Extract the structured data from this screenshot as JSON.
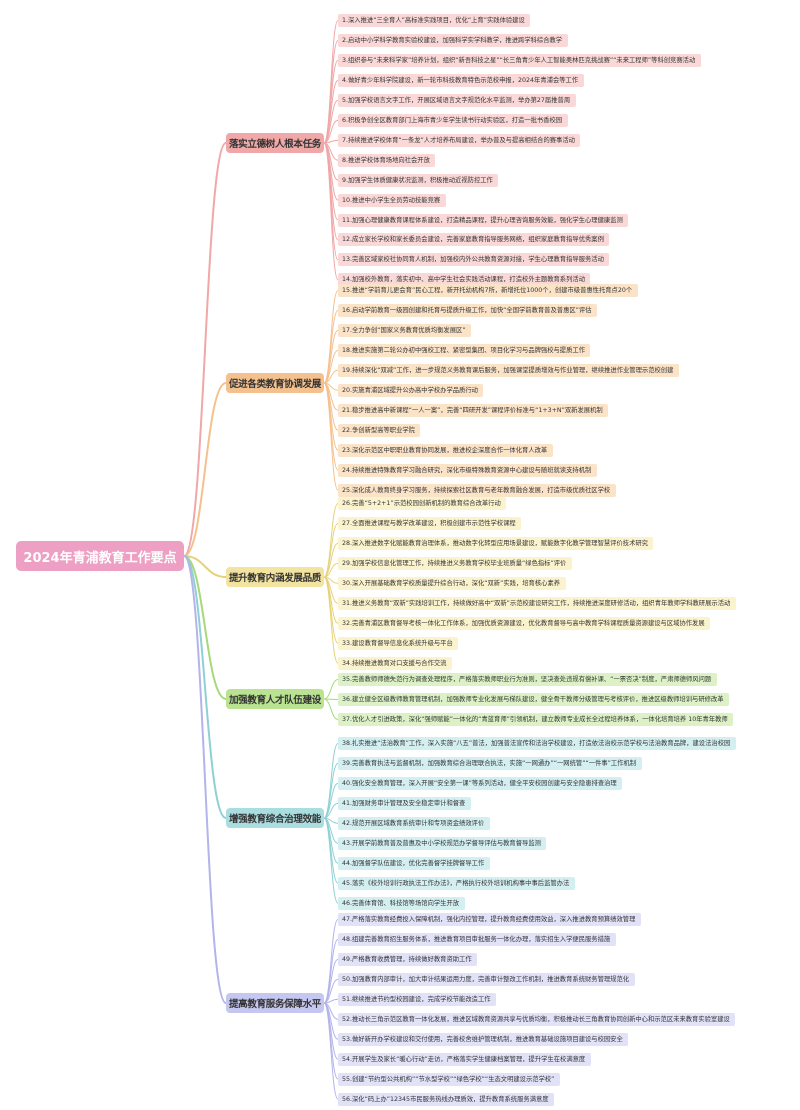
{
  "root": "2024年青浦教育工作要点",
  "branches": [
    {
      "label": "落实立德树人根本任务",
      "color": "#f0a7a7",
      "leafColor": "#fbd8d8",
      "lineColor": "#f0a7a7",
      "items": [
        "1.深入推进“三全育人”高标准实践项目，优化“上育”实践体验建设",
        "2.启动中小学科学教育实验校建设，加强科学实学科教学，推进跨学科综合教学",
        "3.组织参与“未来科学家”培养计划，组织“新吾科技之星”“长三角青少年人工智能奥林匹克挑战赛”“未来工程师”等科创竞赛活动",
        "4.做好青少年科学院建设，新一轮市科技教育特色示范校申报，2024年青浦会等工作",
        "5.加强学校语言文字工作，开展区域语言文字规范化水平监测，举办第27届推普周",
        "6.积极争创全区教育部门上海市青少年学生读书行动实验区，打造一批书香校园",
        "7.持续推进学校体育“一条龙”人才培养布局建设，举办普及与提高相结合的赛事活动",
        "8.推进学校体育场地向社会开放",
        "9.加强学生体质健康状况监测，积极推动近视防控工作",
        "10.推进中小学生全员劳动技能竞赛",
        "11.加强心理健康教育课程体系建设，打造精品课程，提升心理咨询服务效能，强化学生心理健康监测",
        "12.成立家长学校和家长委员会建设，完善家庭教育指导服务网络，组织家庭教育指导优秀案例",
        "13.完善区域家校社协同育人机制，加强校内外公共教育资源对接，学生心理教育指导服务活动",
        "14.加强校外教育，落实初中、高中学生社会实践活动课程，打造校外主题教育系列活动"
      ]
    },
    {
      "label": "促进各类教育协调发展",
      "color": "#f4c18e",
      "leafColor": "#fbe3c8",
      "lineColor": "#f4c18e",
      "items": [
        "15.推进“学前育儿更会育”民心工程，新开托幼机构7所，新增托位1000个，创建市级普惠性托育点20个",
        "16.启动学前教育一级园创建和托育与提质升级工作，加快“全国学前教育普及普惠区”评估",
        "17.全力争创“国家义务教育优质均衡发展区”",
        "18.推进实施第二轮公办初中强校工程、紧密型集团、项目化学习与品牌强校与提质工作",
        "19.持续深化“双减”工作，进一步规范义务教育课后服务，加强课堂提质增效与作业管理，继续推进作业管理示范校创建",
        "20.实施青浦区域提升公办高中学校办学品质行动",
        "21.稳步推进高中新课程“一人一案”，完善“四研开发”课程评价标准与“1+3+N”双新发展机制",
        "22.争创新型高等职业学院",
        "23.深化示范区中职职业教育协同发展，推进校企深度合作一体化育人改革",
        "24.持续推进特殊教育学习融合研究，深化市级特殊教育资源中心建设与随班就读支持机制",
        "25.深化成人教育终身学习服务，持续探索社区教育与老年教育融合发展，打造市级优质社区学校"
      ]
    },
    {
      "label": "提升教育内涵发展品质",
      "color": "#f2e3a0",
      "leafColor": "#faf3cd",
      "lineColor": "#e6d27a",
      "items": [
        "26.完善“5+2+1”示范校园创新机制的教育综合改革行动",
        "27.全面推进课程与教学改革建设，积极创建市示范性学校课程",
        "28.深入推进数字化赋能教育治理体系，推动数字化转型应用场景建设，赋能数字化教学管理智慧评价技术研究",
        "29.加强学校信息化管理工作，持续推进义务教育学校毕业班质量“绿色指标”评价",
        "30.深入开展基础教育学校质量提升综合行动，深化“双新”实践，培育核心素养",
        "31.推进义务教育“双新”实践培训工作，持续做好高中“双新”示范校建设研究工作，持续推进深度研修活动，组织青年教师学科教研展示活动",
        "32.完善青浦区教育督导考核一体化工作体系，加强优质资源建设，优化教育督导与高中教育学科课程质量资源建设与区域协作发展",
        "33.建设教育督导信息化系统升级与平台",
        "34.持续推进教育对口支援与合作交流"
      ]
    },
    {
      "label": "加强教育人才队伍建设",
      "color": "#b9e291",
      "leafColor": "#dcf2c6",
      "lineColor": "#a6d97a",
      "items": [
        "35.完善教师师德失范行为调查处理程序，严格落实教师职业行为准则，坚决查处违规有偿补课、“一票否决”制度，严肃师德师风问题",
        "36.建立健全区级教师教育管理机制，加强教师专业化发展与梯队建设，健全骨干教师分级管理与考核评价，推进区级教师培训与研修改革",
        "37.优化人才引进政策，深化“强师赋能”一体化的“青蓝育师”引领机制，建立教师专业成长全过程培养体系，一体化培育培养 10年青年教师"
      ]
    },
    {
      "label": "增强教育综合治理效能",
      "color": "#a9dde0",
      "leafColor": "#d4eff1",
      "lineColor": "#8fd0d4",
      "items": [
        "38.扎实推进“法治教育”工作，深入实施“八五”普法，加强普法宣传和法治学校建设，打造依法治校示范学校与法治教育品牌，建设法治校园",
        "39.完善教育执法与监督机制，加强教育综合治理联合执法，实施“一网通办”“一网统管”“一件事”工作机制",
        "40.强化安全教育管理，深入开展“安全第一课”等系列活动，健全平安校园创建与安全隐患排查治理",
        "41.加强财务审计管理及安全稳定审计和督查",
        "42.规范开展区域教育系统审计和专项资金绩效评价",
        "43.开展学前教育普及普惠及中小学校规范办学督导评估与教育督导监测",
        "44.加强督学队伍建设，优化完善督学挂牌督导工作",
        "45.落实《校外培训行政执法工作办法》，严格执行校外培训机构事中事后监管办法",
        "46.完善体育馆、科技馆等场馆向学生开放"
      ]
    },
    {
      "label": "提高教育服务保障水平",
      "color": "#c6c7f1",
      "leafColor": "#e1e2f8",
      "lineColor": "#b3b4ea",
      "items": [
        "47.严格落实教育经费投入保障机制，强化内控管理，提升教育经费使用效益，深入推进教育预算绩效管理",
        "48.组建完善教育招生服务体系，推进教育项目审批服务一体化办理，落实招生入学便民服务措施",
        "49.严格教育收费管理，持续做好教育资助工作",
        "50.加强教育内部审计，加大审计结果运用力度，完善审计整改工作机制，推进教育系统财务管理规范化",
        "51.继续推进节约型校园建设，完成学校节能改造工作",
        "52.推动长三角示范区教育一体化发展，推进区域教育资源共享与优质均衡，积极推动长三角教育协同创新中心和示范区未来教育实验室建设",
        "53.做好新开办学校建设和交付使用，完善校舍维护管理机制，推进教育基础设施项目建设与校园安全",
        "54.开展学生及家长“暖心行动”走访，严格落实学生健康档案管理，提升学生在校满意度",
        "55.创建“节约型公共机构”“节水型学校”“绿色学校”“生态文明建设示范学校”",
        "56.深化“码上办”12345市民服务热线办理质效，提升教育系统服务满意度"
      ]
    }
  ]
}
